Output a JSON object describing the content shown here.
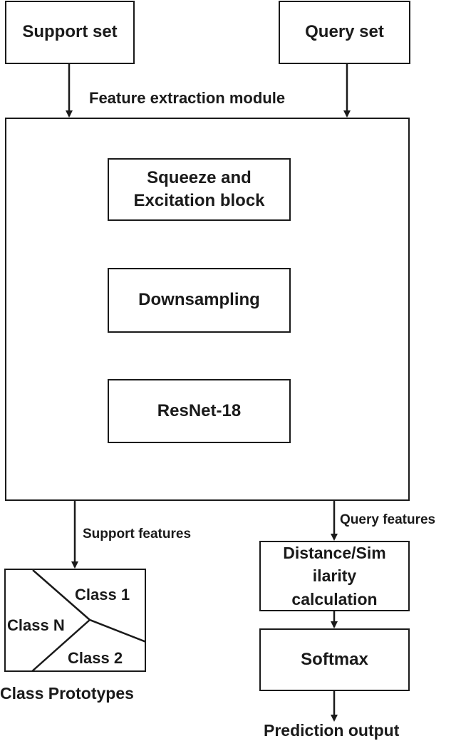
{
  "inputs": {
    "support_set": "Support set",
    "query_set": "Query set"
  },
  "feature_module": {
    "title": "Feature extraction module",
    "blocks": {
      "se_line1": "Squeeze and",
      "se_line2": "Excitation block",
      "downsampling": "Downsampling",
      "resnet": "ResNet-18"
    }
  },
  "edges": {
    "support_features": "Support features",
    "query_features": "Query features"
  },
  "prototypes": {
    "class_1": "Class 1",
    "class_n": "Class N",
    "class_2": "Class 2",
    "caption": "Class Prototypes"
  },
  "query_branch": {
    "distance_line1": "Distance/Sim",
    "distance_line2": "ilarity",
    "distance_line3": "calculation",
    "softmax": "Softmax",
    "output": "Prediction output"
  }
}
